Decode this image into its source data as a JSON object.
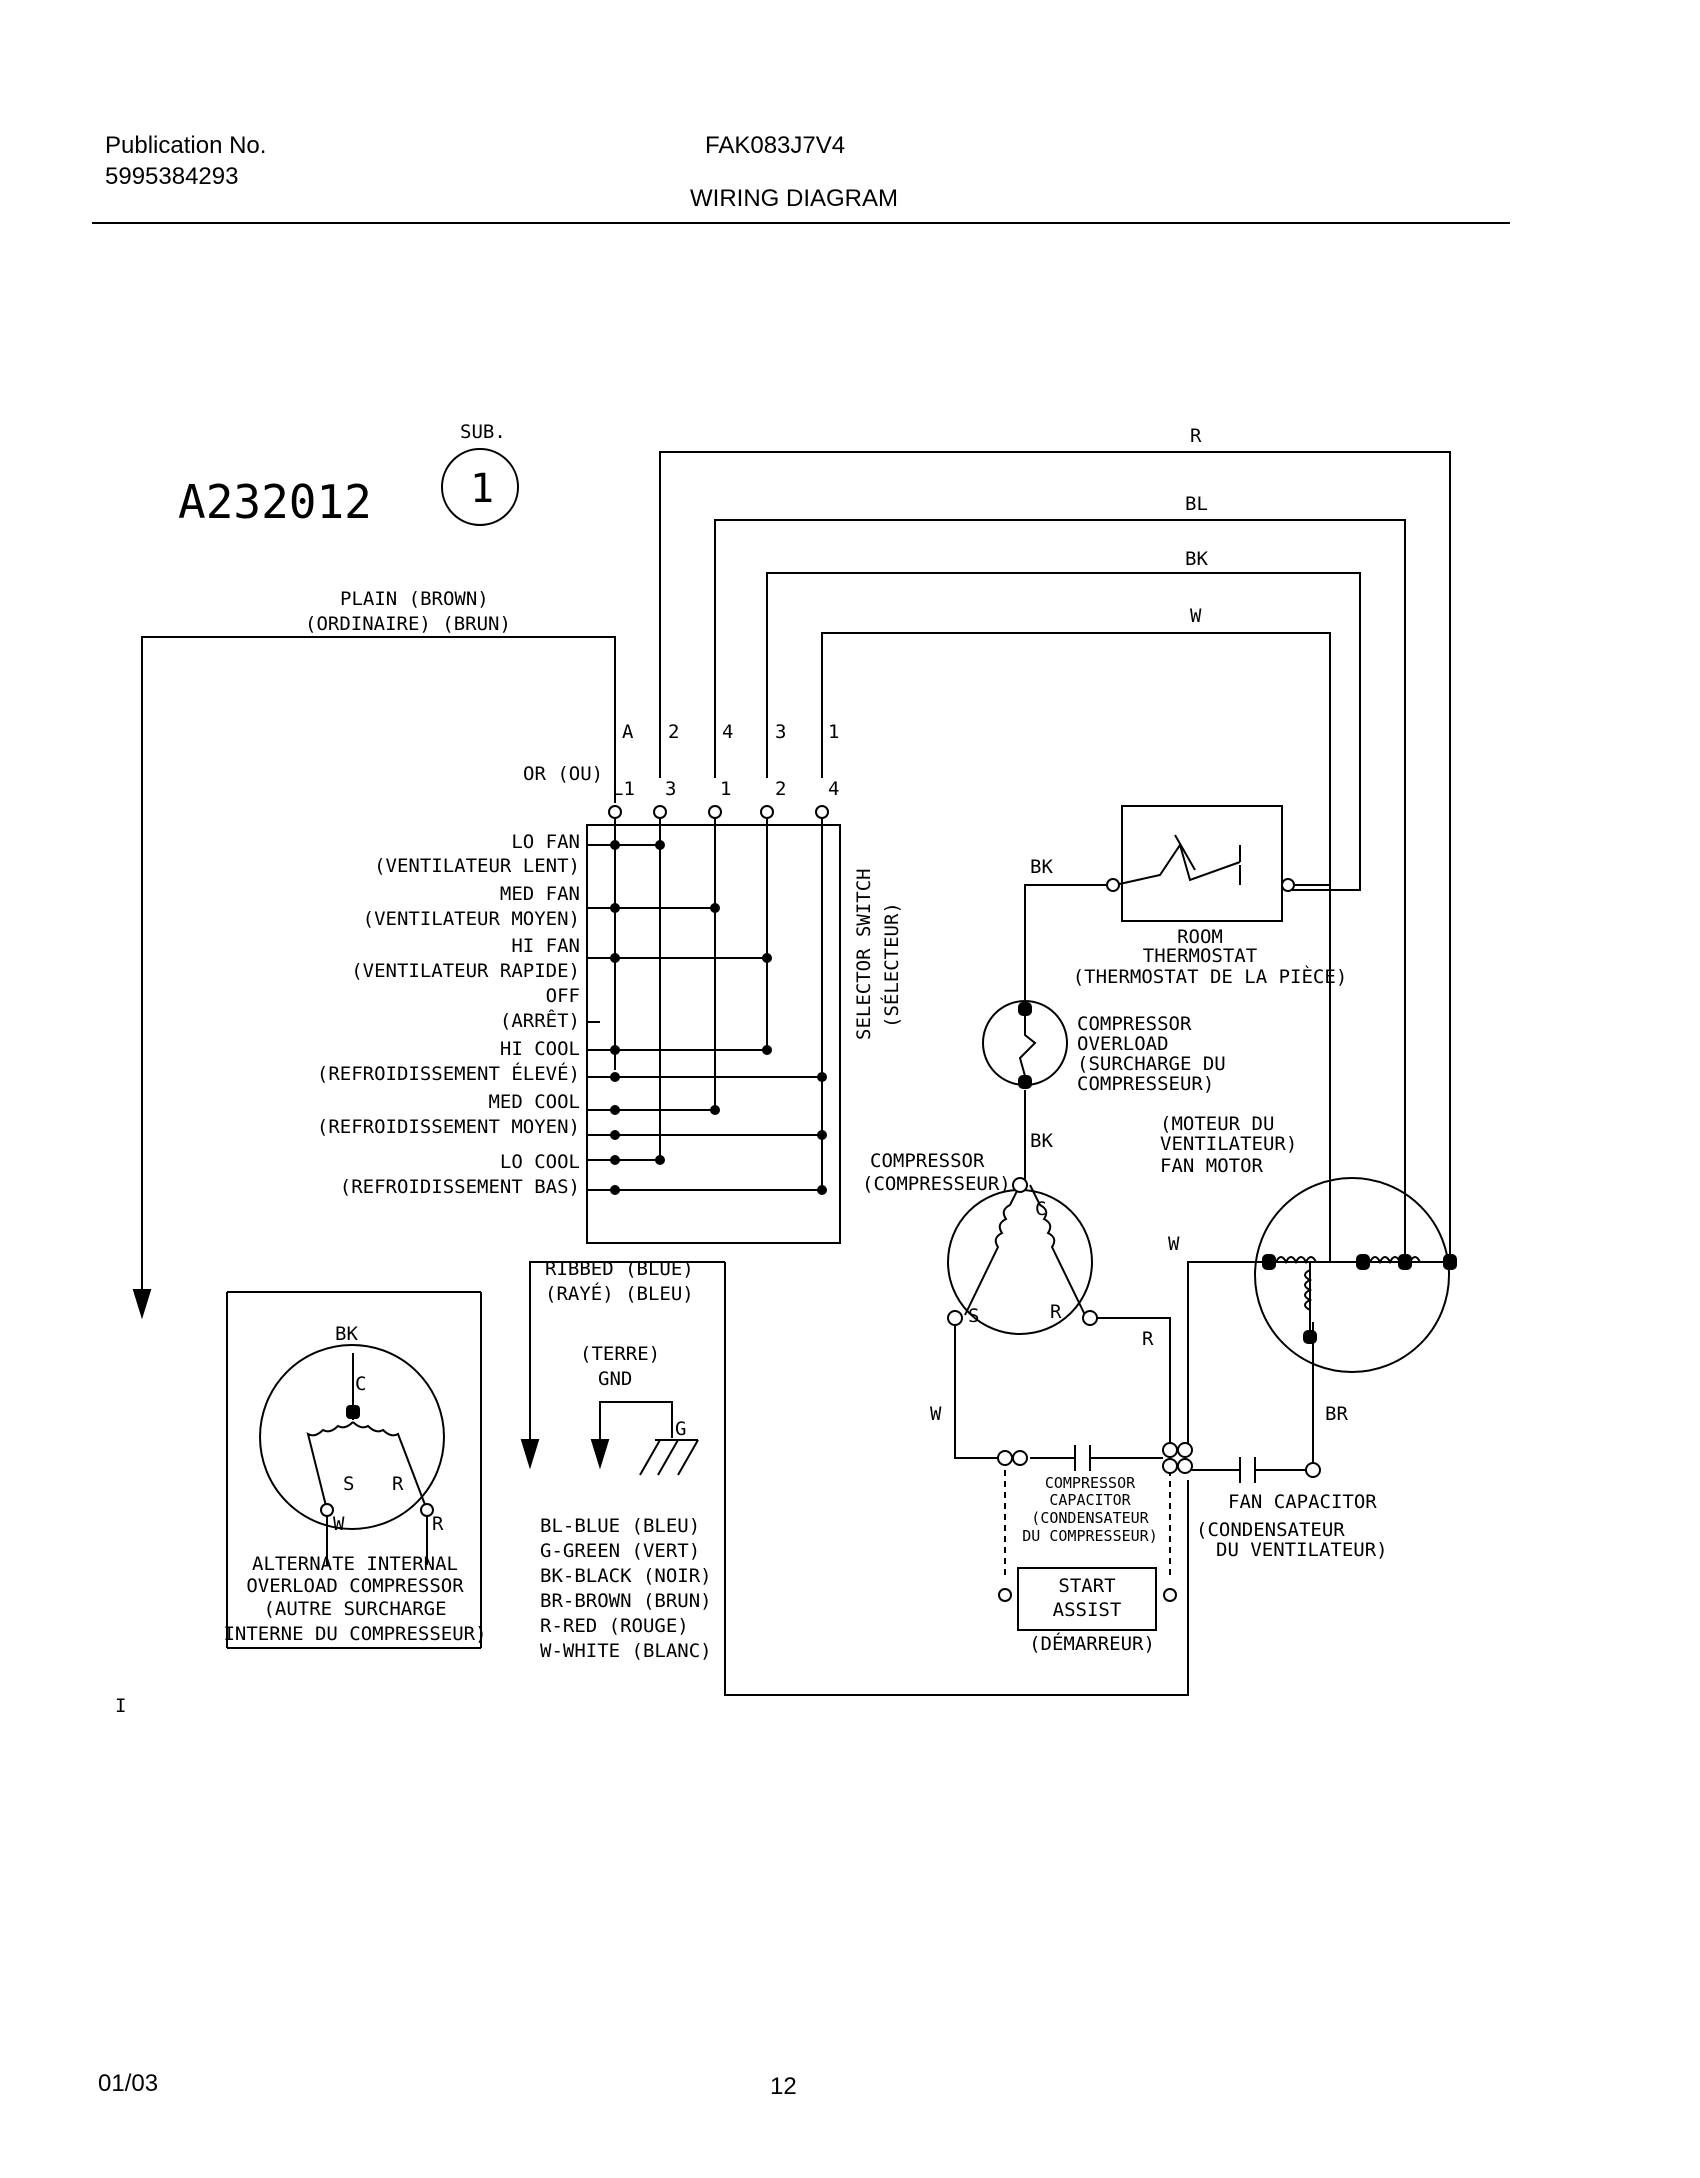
{
  "header": {
    "publication_label": "Publication No.",
    "publication_number": "5995384293",
    "model": "FAK083J7V4",
    "title": "WIRING DIAGRAM"
  },
  "footer": {
    "date": "01/03",
    "page": "12"
  },
  "diagram": {
    "part_number": "A232012",
    "sub_label": "SUB.",
    "sub_number": "1",
    "wire_colors": {
      "r": "R",
      "bl": "BL",
      "bk": "BK",
      "w": "W"
    },
    "plain_line1": "PLAIN    (BROWN)",
    "plain_line2": "(ORDINAIRE)   (BRUN)",
    "or_label": "OR (OU)",
    "switch_top": [
      "A",
      "2",
      "4",
      "3",
      "1"
    ],
    "switch_terminals": [
      "L1",
      "3",
      "1",
      "2",
      "4"
    ],
    "selector_positions": [
      "LO FAN",
      "(VENTILATEUR LENT)",
      "MED FAN",
      "(VENTILATEUR MOYEN)",
      "HI FAN",
      "(VENTILATEUR RAPIDE)",
      "OFF",
      "(ARRÊT)",
      "HI COOL",
      "(REFROIDISSEMENT ÉLEVÉ)",
      "MED COOL",
      "(REFROIDISSEMENT MOYEN)",
      "LO COOL",
      "(REFROIDISSEMENT BAS)"
    ],
    "selector_switch": "SELECTOR SWITCH",
    "selector_switch_fr": "(SÉLECTEUR)",
    "thermostat": [
      "ROOM",
      "THERMOSTAT",
      "(THERMOSTAT DE LA PIÈCE)"
    ],
    "thermostat_wire": "BK",
    "overload": [
      "COMPRESSOR",
      "OVERLOAD",
      "(SURCHARGE DU",
      "COMPRESSEUR)"
    ],
    "overload_wire": "BK",
    "compressor": [
      "COMPRESSOR",
      "(COMPRESSEUR)"
    ],
    "compressor_terminals": {
      "c": "C",
      "s": "S",
      "r": "R"
    },
    "comp_wires": {
      "w": "W",
      "r": "R"
    },
    "fan_motor": [
      "(MOTEUR DU",
      "VENTILATEUR)",
      "FAN MOTOR"
    ],
    "fan_wires": {
      "w": "W",
      "br": "BR"
    },
    "comp_capacitor": [
      "COMPRESSOR",
      "CAPACITOR",
      "(CONDENSATEUR",
      "DU COMPRESSEUR)"
    ],
    "start_assist": [
      "START",
      "ASSIST"
    ],
    "start_assist_fr": "(DÉMARREUR)",
    "fan_capacitor": [
      "FAN CAPACITOR",
      "(CONDENSATEUR",
      "DU VENTILATEUR)"
    ],
    "ribbed": [
      "RIBBED   (BLUE)",
      "(RAYÉ)  (BLEU)"
    ],
    "ground": {
      "fr": "(TERRE)",
      "en": "GND",
      "g": "G"
    },
    "legend": [
      "BL-BLUE (BLEU)",
      "G-GREEN (VERT)",
      "BK-BLACK (NOIR)",
      "BR-BROWN (BRUN)",
      "R-RED (ROUGE)",
      "W-WHITE (BLANC)"
    ],
    "alternate": [
      "ALTERNATE INTERNAL",
      "OVERLOAD COMPRESSOR",
      "(AUTRE SURCHARGE",
      "INTERNE DU COMPRESSEUR)"
    ],
    "alt_terminals": {
      "bk": "BK",
      "c": "C",
      "s": "S",
      "r": "R",
      "w": "W",
      "rr": "R"
    },
    "stray_mark": "I"
  }
}
